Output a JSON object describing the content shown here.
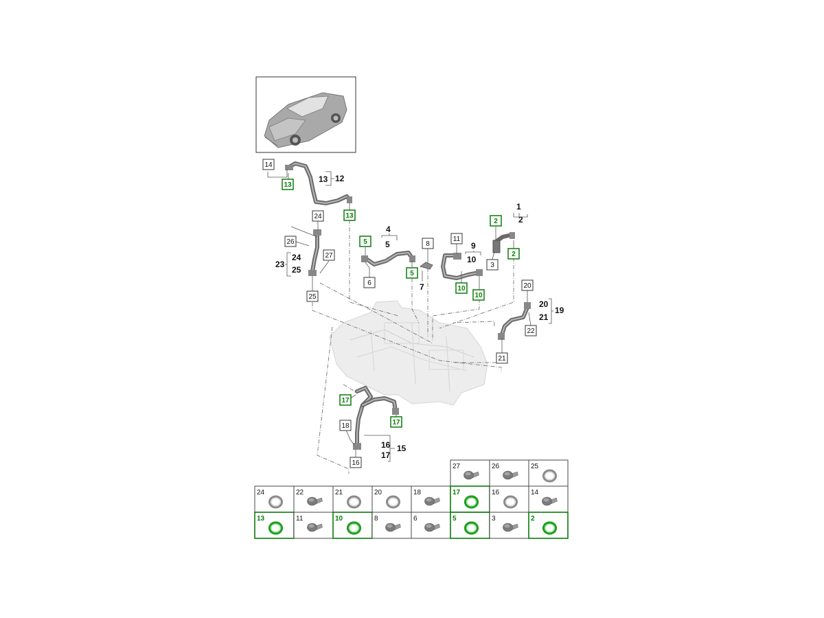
{
  "callouts": [
    {
      "id": "c14",
      "label": "14",
      "green": false
    },
    {
      "id": "c13a",
      "label": "13",
      "green": true
    },
    {
      "id": "c13b",
      "label": "13",
      "green": true
    },
    {
      "id": "c24top",
      "label": "24",
      "green": false
    },
    {
      "id": "c26",
      "label": "26",
      "green": false
    },
    {
      "id": "c27",
      "label": "27",
      "green": false
    },
    {
      "id": "c25",
      "label": "25",
      "green": false
    },
    {
      "id": "c5a",
      "label": "5",
      "green": true
    },
    {
      "id": "c6",
      "label": "6",
      "green": false
    },
    {
      "id": "c5b",
      "label": "5",
      "green": true
    },
    {
      "id": "c8",
      "label": "8",
      "green": false
    },
    {
      "id": "c11",
      "label": "11",
      "green": false
    },
    {
      "id": "c10a",
      "label": "10",
      "green": true
    },
    {
      "id": "c10b",
      "label": "10",
      "green": true
    },
    {
      "id": "c2a",
      "label": "2",
      "green": true
    },
    {
      "id": "c3",
      "label": "3",
      "green": false
    },
    {
      "id": "c2b",
      "label": "2",
      "green": true
    },
    {
      "id": "c20",
      "label": "20",
      "green": false
    },
    {
      "id": "c22",
      "label": "22",
      "green": false
    },
    {
      "id": "c21",
      "label": "21",
      "green": false
    },
    {
      "id": "c17a",
      "label": "17",
      "green": true
    },
    {
      "id": "c17b",
      "label": "17",
      "green": true
    },
    {
      "id": "c18",
      "label": "18",
      "green": false
    },
    {
      "id": "c16",
      "label": "16",
      "green": false
    }
  ],
  "groups": {
    "g12": {
      "a": "13",
      "b": "12"
    },
    "g23": {
      "a": "24",
      "b": "25",
      "c": "23"
    },
    "g4": {
      "a": "4",
      "b": "5"
    },
    "g7": {
      "a": "7"
    },
    "g9": {
      "a": "9",
      "b": "10"
    },
    "g1": {
      "a": "1",
      "b": "2"
    },
    "g19": {
      "a": "20",
      "b": "21",
      "c": "19"
    },
    "g15": {
      "a": "16",
      "b": "17",
      "c": "15"
    }
  },
  "parts_table": {
    "top_row": [
      {
        "num": "27",
        "type": "bolt",
        "green": false
      },
      {
        "num": "26",
        "type": "bolt",
        "green": false
      },
      {
        "num": "25",
        "type": "ring",
        "green": false
      }
    ],
    "row1": [
      {
        "num": "24",
        "type": "ring",
        "green": false
      },
      {
        "num": "22",
        "type": "bolt",
        "green": false
      },
      {
        "num": "21",
        "type": "ring",
        "green": false
      },
      {
        "num": "20",
        "type": "ring",
        "green": false
      },
      {
        "num": "18",
        "type": "bolt",
        "green": false
      },
      {
        "num": "17",
        "type": "ring",
        "green": true
      },
      {
        "num": "16",
        "type": "ring",
        "green": false
      },
      {
        "num": "14",
        "type": "bolt",
        "green": false
      }
    ],
    "row2": [
      {
        "num": "13",
        "type": "ring",
        "green": true
      },
      {
        "num": "11",
        "type": "bolt",
        "green": false
      },
      {
        "num": "10",
        "type": "ring",
        "green": true
      },
      {
        "num": "8",
        "type": "bolt",
        "green": false
      },
      {
        "num": "6",
        "type": "bolt",
        "green": false
      },
      {
        "num": "5",
        "type": "ring",
        "green": true
      },
      {
        "num": "3",
        "type": "bolt",
        "green": false
      },
      {
        "num": "2",
        "type": "ring",
        "green": true
      }
    ]
  },
  "colors": {
    "accent_green": "#0a7a0a",
    "ring_green": "#1fa01f",
    "hose_gray": "#6a6a6a"
  }
}
